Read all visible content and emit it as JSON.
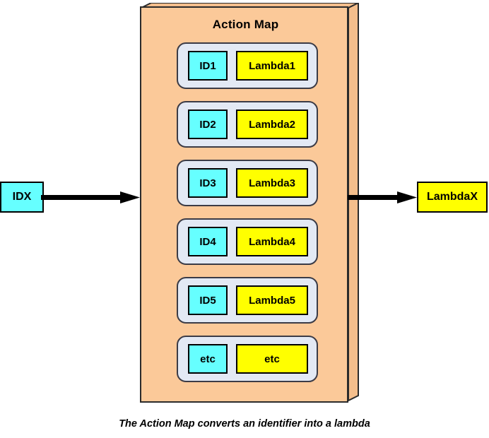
{
  "diagram": {
    "title": "Action Map",
    "caption": "The Action Map converts an identifier into a lambda",
    "colors": {
      "container_fill": "#FBC999",
      "container_side": "#F4BE8C",
      "row_fill": "#E3E9F4",
      "id_fill": "#66FFFF",
      "lambda_fill": "#FFFF00",
      "stroke": "#000000"
    },
    "input_node": {
      "label": "IDX"
    },
    "output_node": {
      "label": "LambdaX"
    },
    "arrows": [
      {
        "name": "input-arrow",
        "from": "IDX",
        "to": "Action Map"
      },
      {
        "name": "output-arrow",
        "from": "Action Map",
        "to": "LambdaX"
      }
    ],
    "rows": [
      {
        "id": "ID1",
        "lambda": "Lambda1"
      },
      {
        "id": "ID2",
        "lambda": "Lambda2"
      },
      {
        "id": "ID3",
        "lambda": "Lambda3"
      },
      {
        "id": "ID4",
        "lambda": "Lambda4"
      },
      {
        "id": "ID5",
        "lambda": "Lambda5"
      },
      {
        "id": "etc",
        "lambda": "etc"
      }
    ]
  }
}
